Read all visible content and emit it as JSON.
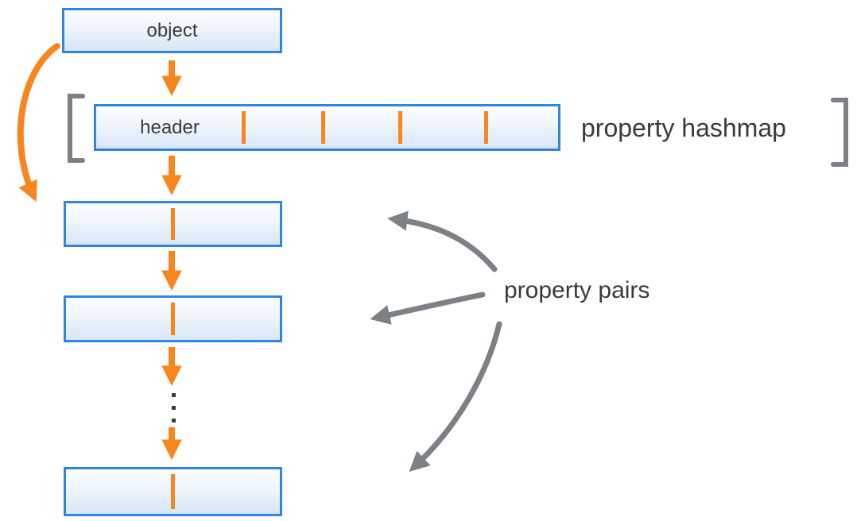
{
  "diagram": {
    "object_box": {
      "label": "object"
    },
    "hashmap": {
      "header_label": "header",
      "caption": "property hashmap",
      "slot_count": 4
    },
    "property_pairs": {
      "caption": "property pairs",
      "box_count": 3
    },
    "colors": {
      "accent_orange": "#f6861d",
      "box_border_blue": "#2e86e0",
      "box_fill_top": "#fcfdff",
      "box_fill_bottom": "#d8e6f7",
      "arrow_gray": "#7d8084",
      "text": "#3a3a3c",
      "background": "#ffffff"
    }
  }
}
